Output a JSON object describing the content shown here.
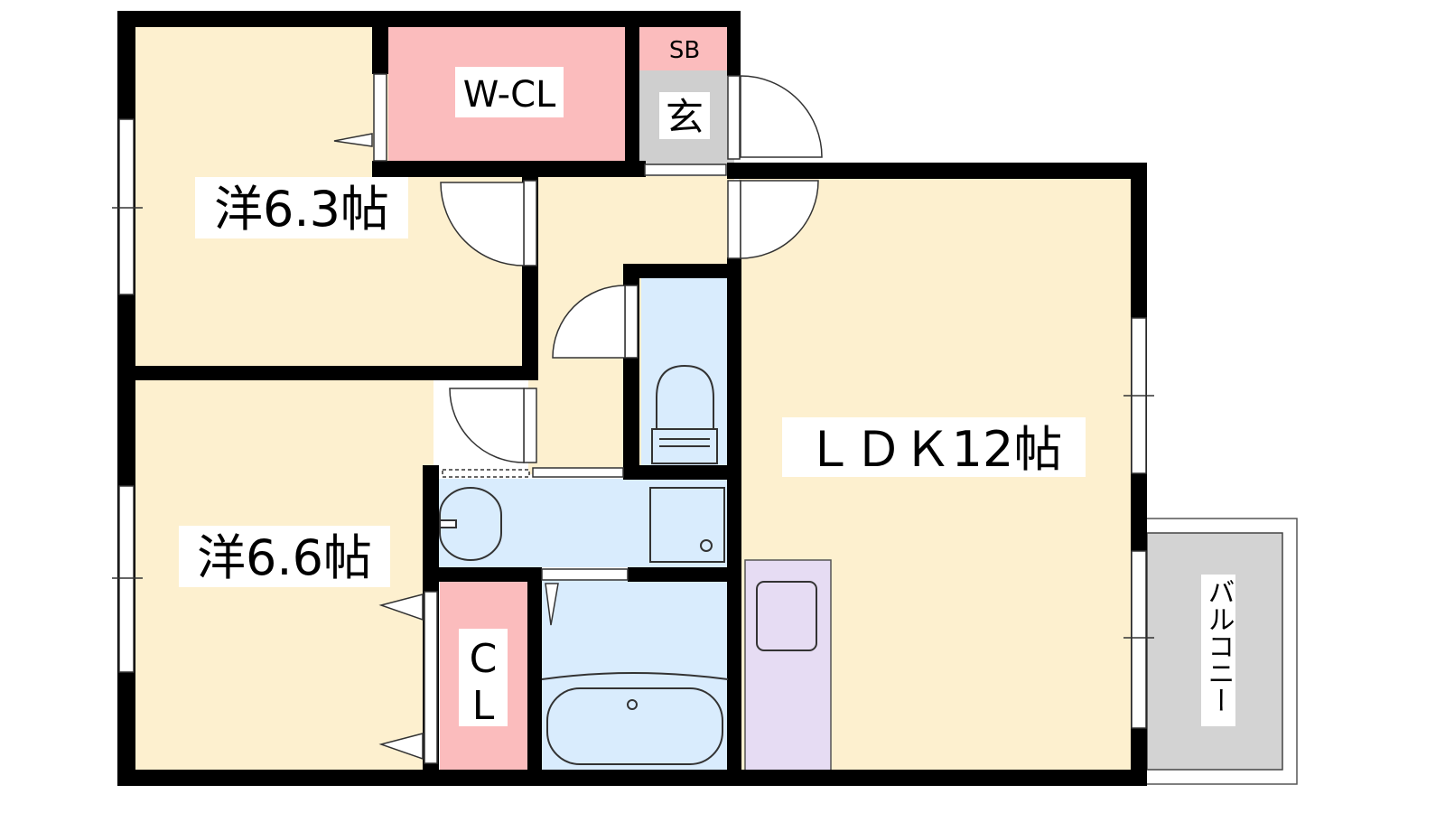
{
  "colors": {
    "room": "#fdf0cf",
    "closet": "#fbbcbd",
    "wet": "#d9ecfd",
    "entrance": "#cfcfcf",
    "kitchen": "#e6dcf3",
    "balcony": "#d3d3d3",
    "wall": "#000000"
  },
  "rooms": {
    "western_1": {
      "label": "洋6.3帖"
    },
    "western_2": {
      "label": "洋6.6帖"
    },
    "ldk": {
      "label": "ＬＤＫ12帖"
    },
    "walk_in_closet": {
      "label": "W-CL"
    },
    "shoe_box": {
      "label": "SB"
    },
    "entrance": {
      "label": "玄"
    },
    "closet_c": {
      "label": "C"
    },
    "closet_l": {
      "label": "L"
    },
    "balcony": {
      "label": "バルコニー"
    }
  }
}
